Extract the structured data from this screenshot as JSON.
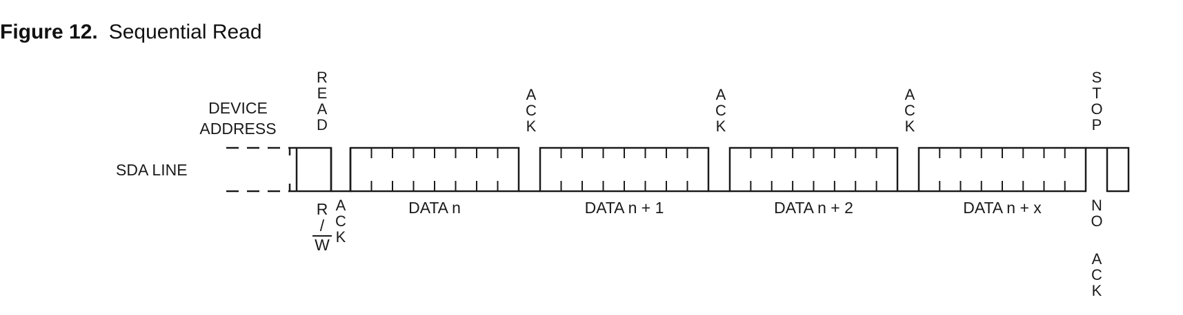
{
  "figure": {
    "number": "Figure 12.",
    "title": "Sequential Read"
  },
  "labels": {
    "device_address": [
      "DEVICE",
      "ADDRESS"
    ],
    "sda_line": "SDA LINE",
    "read": "READ",
    "rw": [
      "R",
      "/",
      "W"
    ],
    "ack": "ACK",
    "stop": "STOP",
    "no_ack_no": "NO",
    "no_ack_ack": "ACK"
  },
  "data_bytes": [
    "DATA n",
    "DATA n + 1",
    "DATA n + 2",
    "DATA n + x"
  ],
  "colors": {
    "line": "#1a1a1a",
    "text": "#1a1a1a"
  }
}
